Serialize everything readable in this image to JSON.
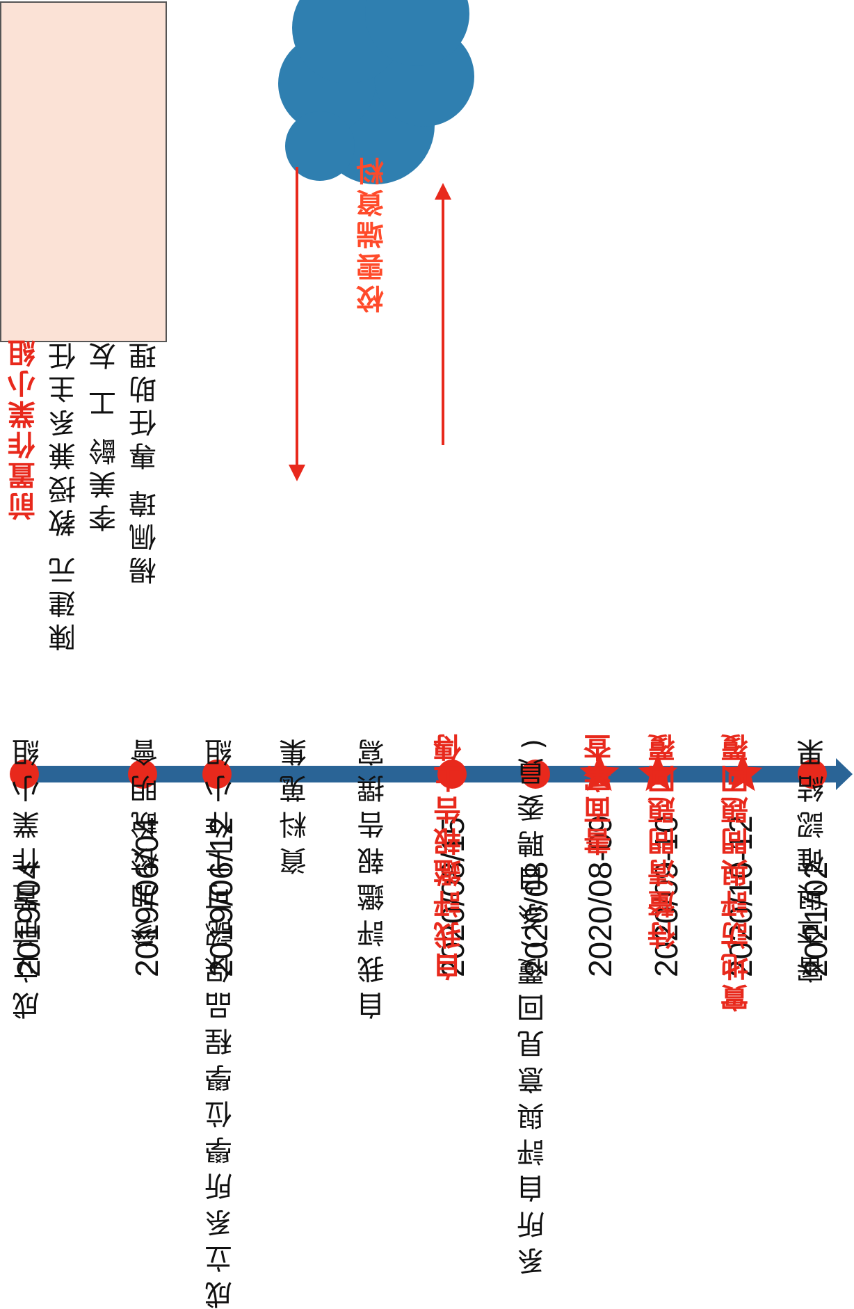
{
  "colors": {
    "timeline": "#2a6496",
    "marker": "#e8291c",
    "cloud": "#2f7fb0",
    "box_bg": "#fbe2d6",
    "highlight_text": "#e8291c"
  },
  "cloud": {
    "label": "校雲端資料"
  },
  "preparatory_group": {
    "title": "前置作業小組",
    "members": [
      "陳建元 教授兼系主任",
      "李美齡 工 友",
      "楊佩瑋 專任助理"
    ]
  },
  "timeline": [
    {
      "date": "2019/04",
      "label": "成立前置作業小組",
      "marker": "circle",
      "highlight": false
    },
    {
      "date": "2019/06/04",
      "label": "參加校說明會",
      "marker": "circle",
      "highlight": false
    },
    {
      "date": "2019/06/12",
      "label": "成立系所學位學程品保認可工作小組",
      "marker": "circle",
      "highlight": false
    },
    {
      "date": "",
      "label": "資料蒐集",
      "marker": "none",
      "highlight": false
    },
    {
      "date": "",
      "label": "自我評鑑報告撰寫",
      "marker": "none",
      "highlight": false
    },
    {
      "date": "2020/08/15",
      "label": "自我評鑑報告上傳",
      "marker": "circle",
      "highlight": true
    },
    {
      "date": "2020/08",
      "label": "系所自評與意見回覆(系自聘委員)",
      "marker": "circle",
      "highlight": false
    },
    {
      "date": "2020/08-09",
      "label": "書面審查",
      "marker": "star",
      "highlight": true
    },
    {
      "date": "2020/09-10",
      "label": "待釐清問題回覆",
      "marker": "star",
      "highlight": true
    },
    {
      "date": "2020/10-12",
      "label": "實地訪評與問題回覆",
      "marker": "star",
      "highlight": true
    },
    {
      "date": "2021/02",
      "label": "審查與確認結果",
      "marker": "circle",
      "highlight": false
    }
  ]
}
